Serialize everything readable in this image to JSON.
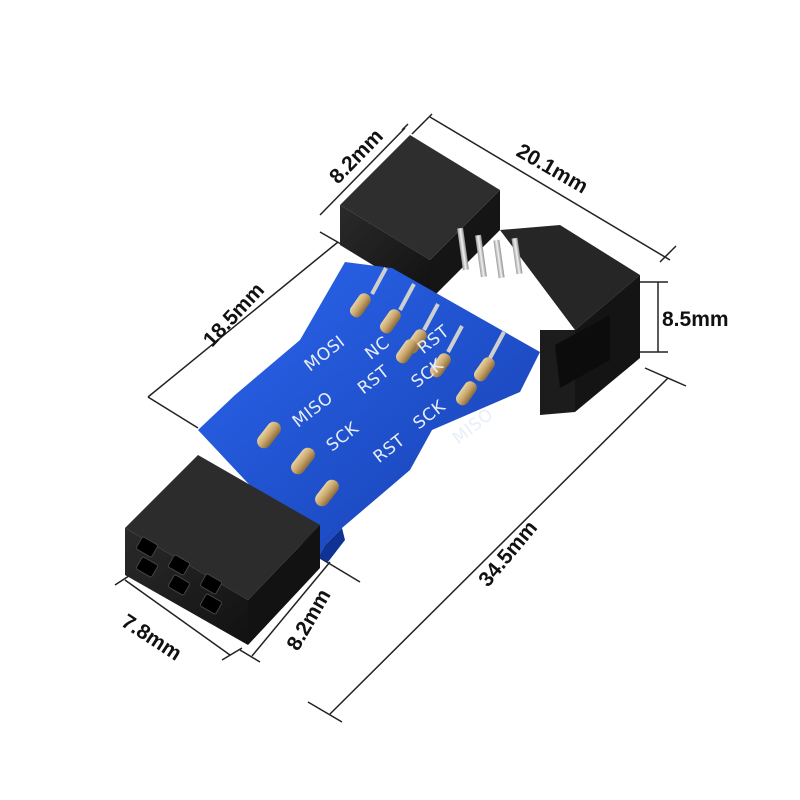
{
  "dimensions": {
    "top_left_width": "8.2mm",
    "top_right_width": "20.1mm",
    "right_height": "8.5mm",
    "board_width": "18.5mm",
    "bottom_left_width": "7.8mm",
    "bottom_right_width": "8.2mm",
    "total_length": "34.5mm"
  },
  "silkscreen": {
    "row1": [
      "MOSI",
      "NC",
      "RST"
    ],
    "row2": [
      "MISO",
      "RST",
      "SCK"
    ],
    "row3": [
      "SCK",
      "RST",
      "SCK",
      "MISO"
    ]
  },
  "colors": {
    "pcb": "#1a4fd6",
    "connector": "#1b1b1b",
    "pad": "#c9a66b",
    "pin": "#d9d9d9"
  }
}
